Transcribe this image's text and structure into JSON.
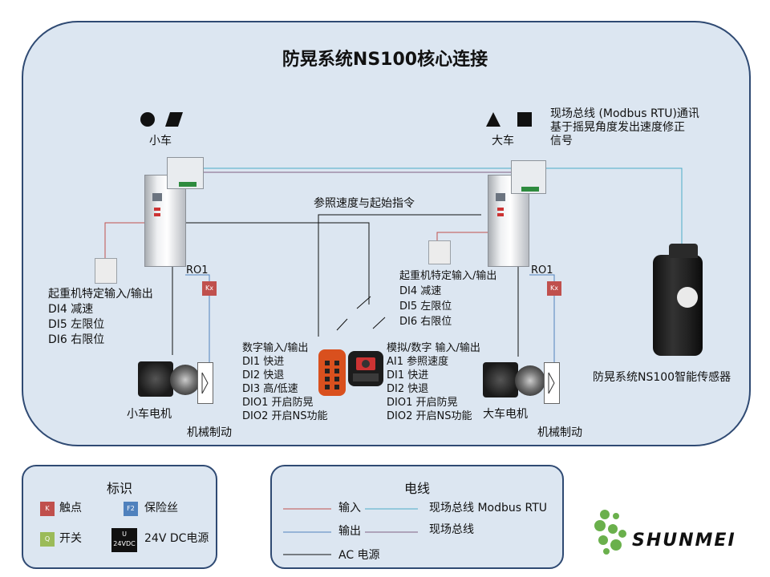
{
  "title": "防晃系统NS100核心连接",
  "trolley": {
    "label": "小车",
    "motor_label": "小车电机",
    "brake_label": "机械制动",
    "relay_label": "RO1",
    "kx_label": "Kx"
  },
  "bridge": {
    "label": "大车",
    "motor_label": "大车电机",
    "brake_label": "机械制动",
    "relay_label": "RO1",
    "kx_label": "Kx"
  },
  "fieldbus_note": [
    "现场总线 (Modbus RTU)通讯",
    "基于摇晃角度发出速度修正",
    "信号"
  ],
  "ref_speed_label": "参照速度与起始指令",
  "crane_io_left": [
    "起重机特定输入/输出",
    "DI4 减速",
    "DI5 左限位",
    "DI6 右限位"
  ],
  "crane_io_right": [
    "起重机特定输入/输出",
    "DI4 减速",
    "DI5 左限位",
    "DI6 右限位"
  ],
  "digital_io": [
    "数字输入/输出",
    "DI1 快进",
    "DI2 快退",
    "DI3 高/低速",
    "DIO1 开启防晃",
    "DIO2 开启NS功能"
  ],
  "analog_io": [
    "模拟/数字 输入/输出",
    "AI1 参照速度",
    "DI1 快进",
    "DI2 快退",
    "DIO1 开启防晃",
    "DIO2 开启NS功能"
  ],
  "sensor_label": "防晃系统NS100智能传感器",
  "legend": {
    "title": "标识",
    "items": [
      {
        "badge": "K",
        "label": "触点",
        "color": "#c0504d"
      },
      {
        "badge": "F2",
        "label": "保险丝",
        "color": "#4f81bd"
      },
      {
        "badge": "Q",
        "label": "开关",
        "color": "#9bbb59"
      },
      {
        "badge": "U\n24VDC",
        "label": "24V DC电源",
        "color": "#111111"
      }
    ]
  },
  "wires": {
    "title": "电线",
    "items": [
      {
        "label": "输入",
        "color": "#c0504d"
      },
      {
        "label": "现场总线 Modbus RTU",
        "color": "#4bacc6"
      },
      {
        "label": "输出",
        "color": "#4f81bd"
      },
      {
        "label": "现场总线",
        "color": "#7f6084"
      },
      {
        "label": "AC 电源",
        "color": "#111111"
      }
    ]
  },
  "brand": "SHUNMEI",
  "colors": {
    "input": "#c0504d",
    "output": "#4f81bd",
    "fieldbus_modbus": "#4bacc6",
    "fieldbus": "#7f6084",
    "ac": "#111111",
    "brand_green": "#6ab04c"
  }
}
